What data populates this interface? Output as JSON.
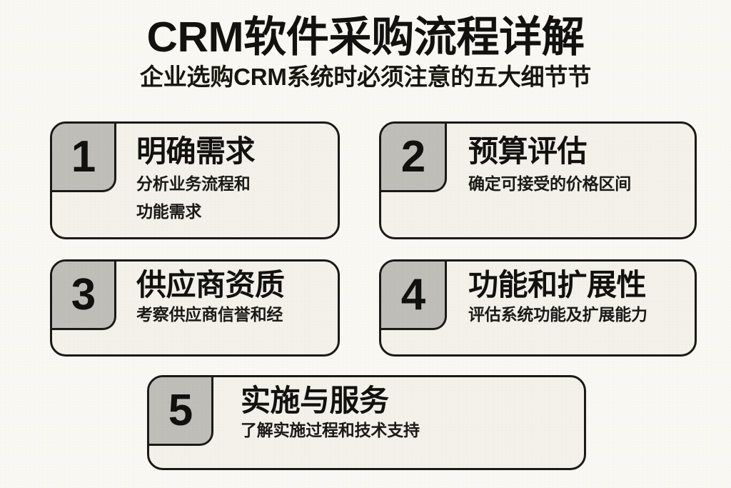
{
  "colors": {
    "page_background": "#faf8f3",
    "card_background": "#f3f1ea",
    "outline": "#1a1a16",
    "badge_fill": "#bfbeb8",
    "text": "#121210"
  },
  "header": {
    "title": "CRM软件采购流程详解",
    "subtitle": "企业选购CRM系统时必须注意的五大细节节"
  },
  "steps": [
    {
      "number": "1",
      "title": "明确需求",
      "desc_lines": [
        "分析业务流程和",
        "功能需求"
      ]
    },
    {
      "number": "2",
      "title": "预算评估",
      "desc_lines": [
        "确定可接受的价格区间"
      ]
    },
    {
      "number": "3",
      "title": "供应商资质",
      "desc_lines": [
        "考察供应商信誉和经"
      ]
    },
    {
      "number": "4",
      "title": "功能和扩展性",
      "desc_lines": [
        "评估系统功能及扩展能力"
      ]
    },
    {
      "number": "5",
      "title": "实施与服务",
      "desc_lines": [
        "了解实施过程和技术支持"
      ]
    }
  ]
}
